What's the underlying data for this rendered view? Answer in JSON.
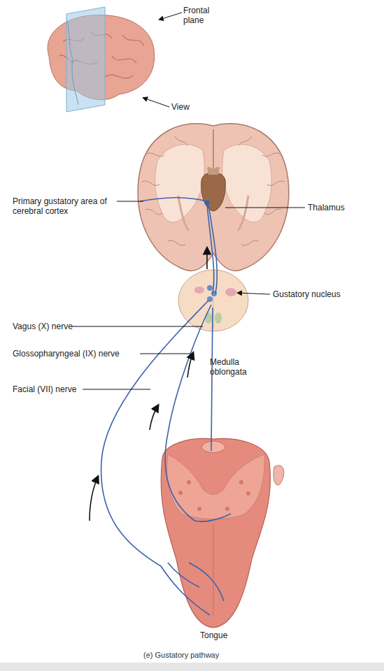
{
  "diagram": {
    "caption": "(e) Gustatory pathway",
    "labels": [
      "Frontal plane",
      "View",
      "Primary gustatory area of cerebral cortex",
      "Thalamus",
      "Gustatory nucleus",
      "Vagus (X) nerve",
      "Glossopharyngeal (IX) nerve",
      "Facial (VII) nerve",
      "Medulla oblongata",
      "Tongue"
    ]
  }
}
